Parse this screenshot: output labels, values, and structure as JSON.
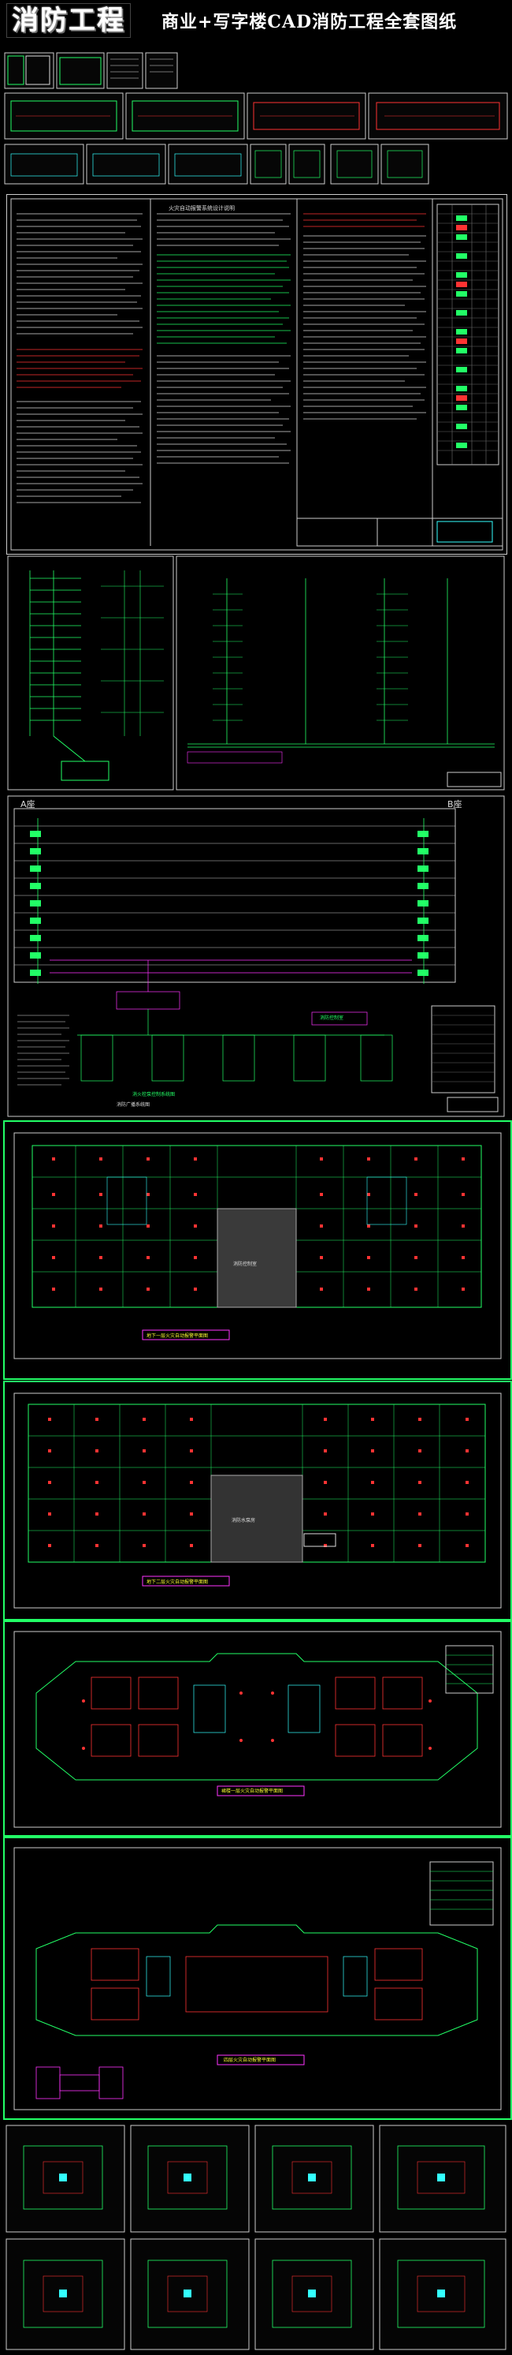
{
  "header": {
    "logo_text": "消防工程",
    "title": "商业+写字楼CAD消防工程全套图纸"
  },
  "design_notes": {
    "heading": "火灾自动报警系统设计说明"
  },
  "riser": {
    "block_label_a": "A座",
    "block_label_b": "B座",
    "central_control_caption": "消防控制室",
    "fire_pump_caption": "消火栓泵控制系统图",
    "section_title": "消防广播系统图"
  },
  "plans": {
    "plan_1_caption": "地下一层火灾自动报警平面图",
    "plan_2_caption": "地下二层火灾自动报警平面图",
    "plan_3_caption": "裙楼一层火灾自动报警平面图",
    "plan_4_caption": "四层火灾自动报警平面图",
    "center_box_label": "消防控制室",
    "center_box_label_2": "消防水泵房"
  },
  "colors": {
    "green": "#22ff55",
    "red": "#ff3333",
    "cyan": "#33ffff",
    "magenta": "#ff33ff",
    "yellow": "#ffff33",
    "white": "#e6e6e6"
  }
}
